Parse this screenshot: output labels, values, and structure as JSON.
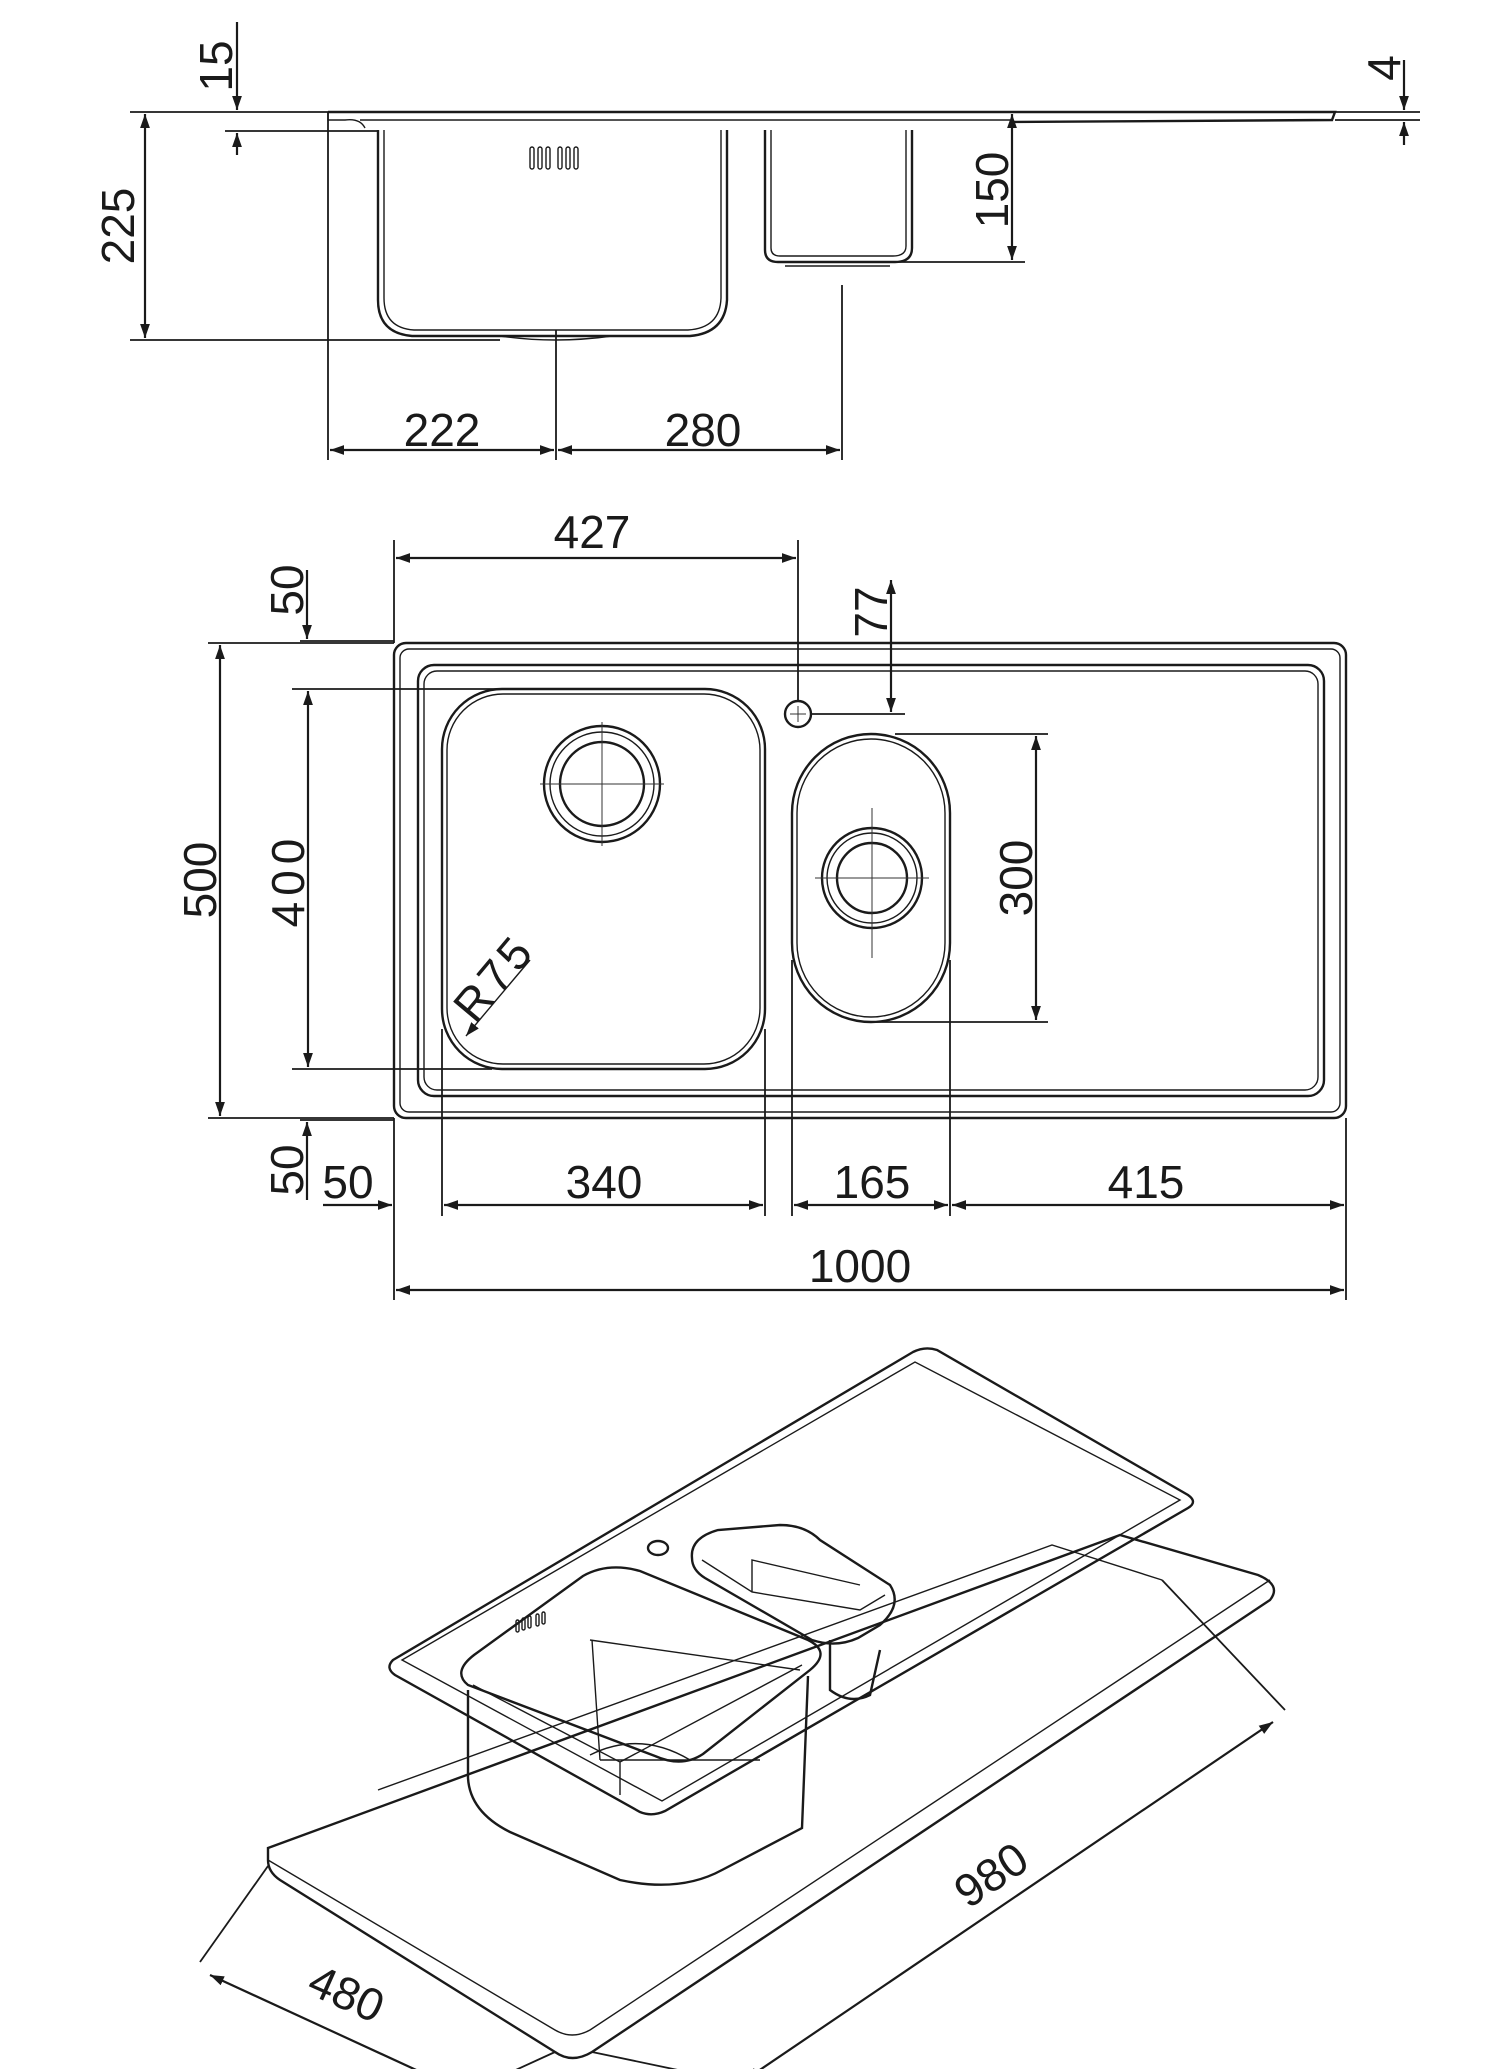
{
  "side_view": {
    "rim_offset": "15",
    "overall_depth": "225",
    "secondary_bowl_depth": "150",
    "deck_thickness": "4",
    "drain_offset_left": "222",
    "drain_spacing": "280"
  },
  "plan_view": {
    "tap_hole_x": "427",
    "tap_hole_y": "77",
    "top_margin": "50",
    "overall_depth": "500",
    "main_bowl_length": "400",
    "corner_radius": "R75",
    "secondary_bowl_length": "300",
    "bottom_margin": "50",
    "left_margin": "50",
    "main_bowl_width": "340",
    "secondary_bowl_width": "165",
    "drainer_width": "415",
    "overall_width": "1000"
  },
  "iso_view": {
    "cutout_length": "980",
    "cutout_depth": "480"
  }
}
